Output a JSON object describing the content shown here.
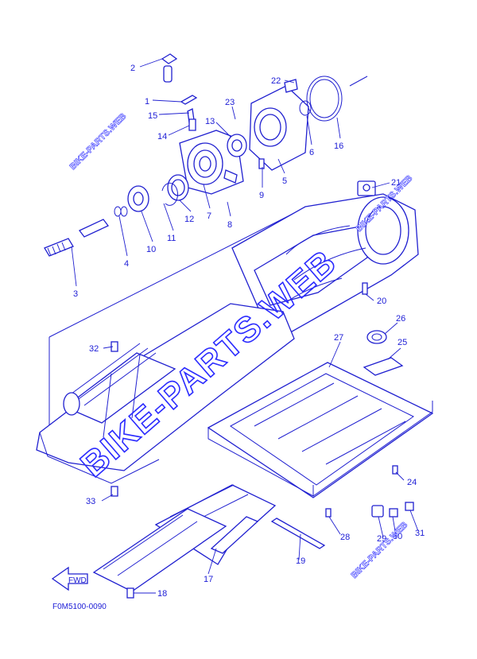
{
  "figure_code": "F0M5100-0090",
  "fwd_label": "FWD",
  "watermarks": {
    "main": "BIKE-PARTS.WEB",
    "small_left": "BIKE-PARTS.WEB",
    "small_top_right": "BIKE-PARTS.WEB",
    "small_bottom_right": "BIKE-PARTS.WEB"
  },
  "callouts": [
    {
      "id": "c2",
      "label": "2"
    },
    {
      "id": "c1",
      "label": "1"
    },
    {
      "id": "c15",
      "label": "15"
    },
    {
      "id": "c14",
      "label": "14"
    },
    {
      "id": "c22",
      "label": "22"
    },
    {
      "id": "c23",
      "label": "23"
    },
    {
      "id": "c13",
      "label": "13"
    },
    {
      "id": "c6",
      "label": "6"
    },
    {
      "id": "c16",
      "label": "16"
    },
    {
      "id": "c5",
      "label": "5"
    },
    {
      "id": "c9",
      "label": "9"
    },
    {
      "id": "c7",
      "label": "7"
    },
    {
      "id": "c8",
      "label": "8"
    },
    {
      "id": "c12",
      "label": "12"
    },
    {
      "id": "c11",
      "label": "11"
    },
    {
      "id": "c10",
      "label": "10"
    },
    {
      "id": "c4",
      "label": "4"
    },
    {
      "id": "c3",
      "label": "3"
    },
    {
      "id": "c21",
      "label": "21"
    },
    {
      "id": "c20",
      "label": "20"
    },
    {
      "id": "c26",
      "label": "26"
    },
    {
      "id": "c27",
      "label": "27"
    },
    {
      "id": "c25",
      "label": "25"
    },
    {
      "id": "c32",
      "label": "32"
    },
    {
      "id": "c24",
      "label": "24"
    },
    {
      "id": "c33",
      "label": "33"
    },
    {
      "id": "c28",
      "label": "28"
    },
    {
      "id": "c29",
      "label": "29"
    },
    {
      "id": "c30",
      "label": "30"
    },
    {
      "id": "c31",
      "label": "31"
    },
    {
      "id": "c19",
      "label": "19"
    },
    {
      "id": "c17",
      "label": "17"
    },
    {
      "id": "c18",
      "label": "18"
    }
  ]
}
